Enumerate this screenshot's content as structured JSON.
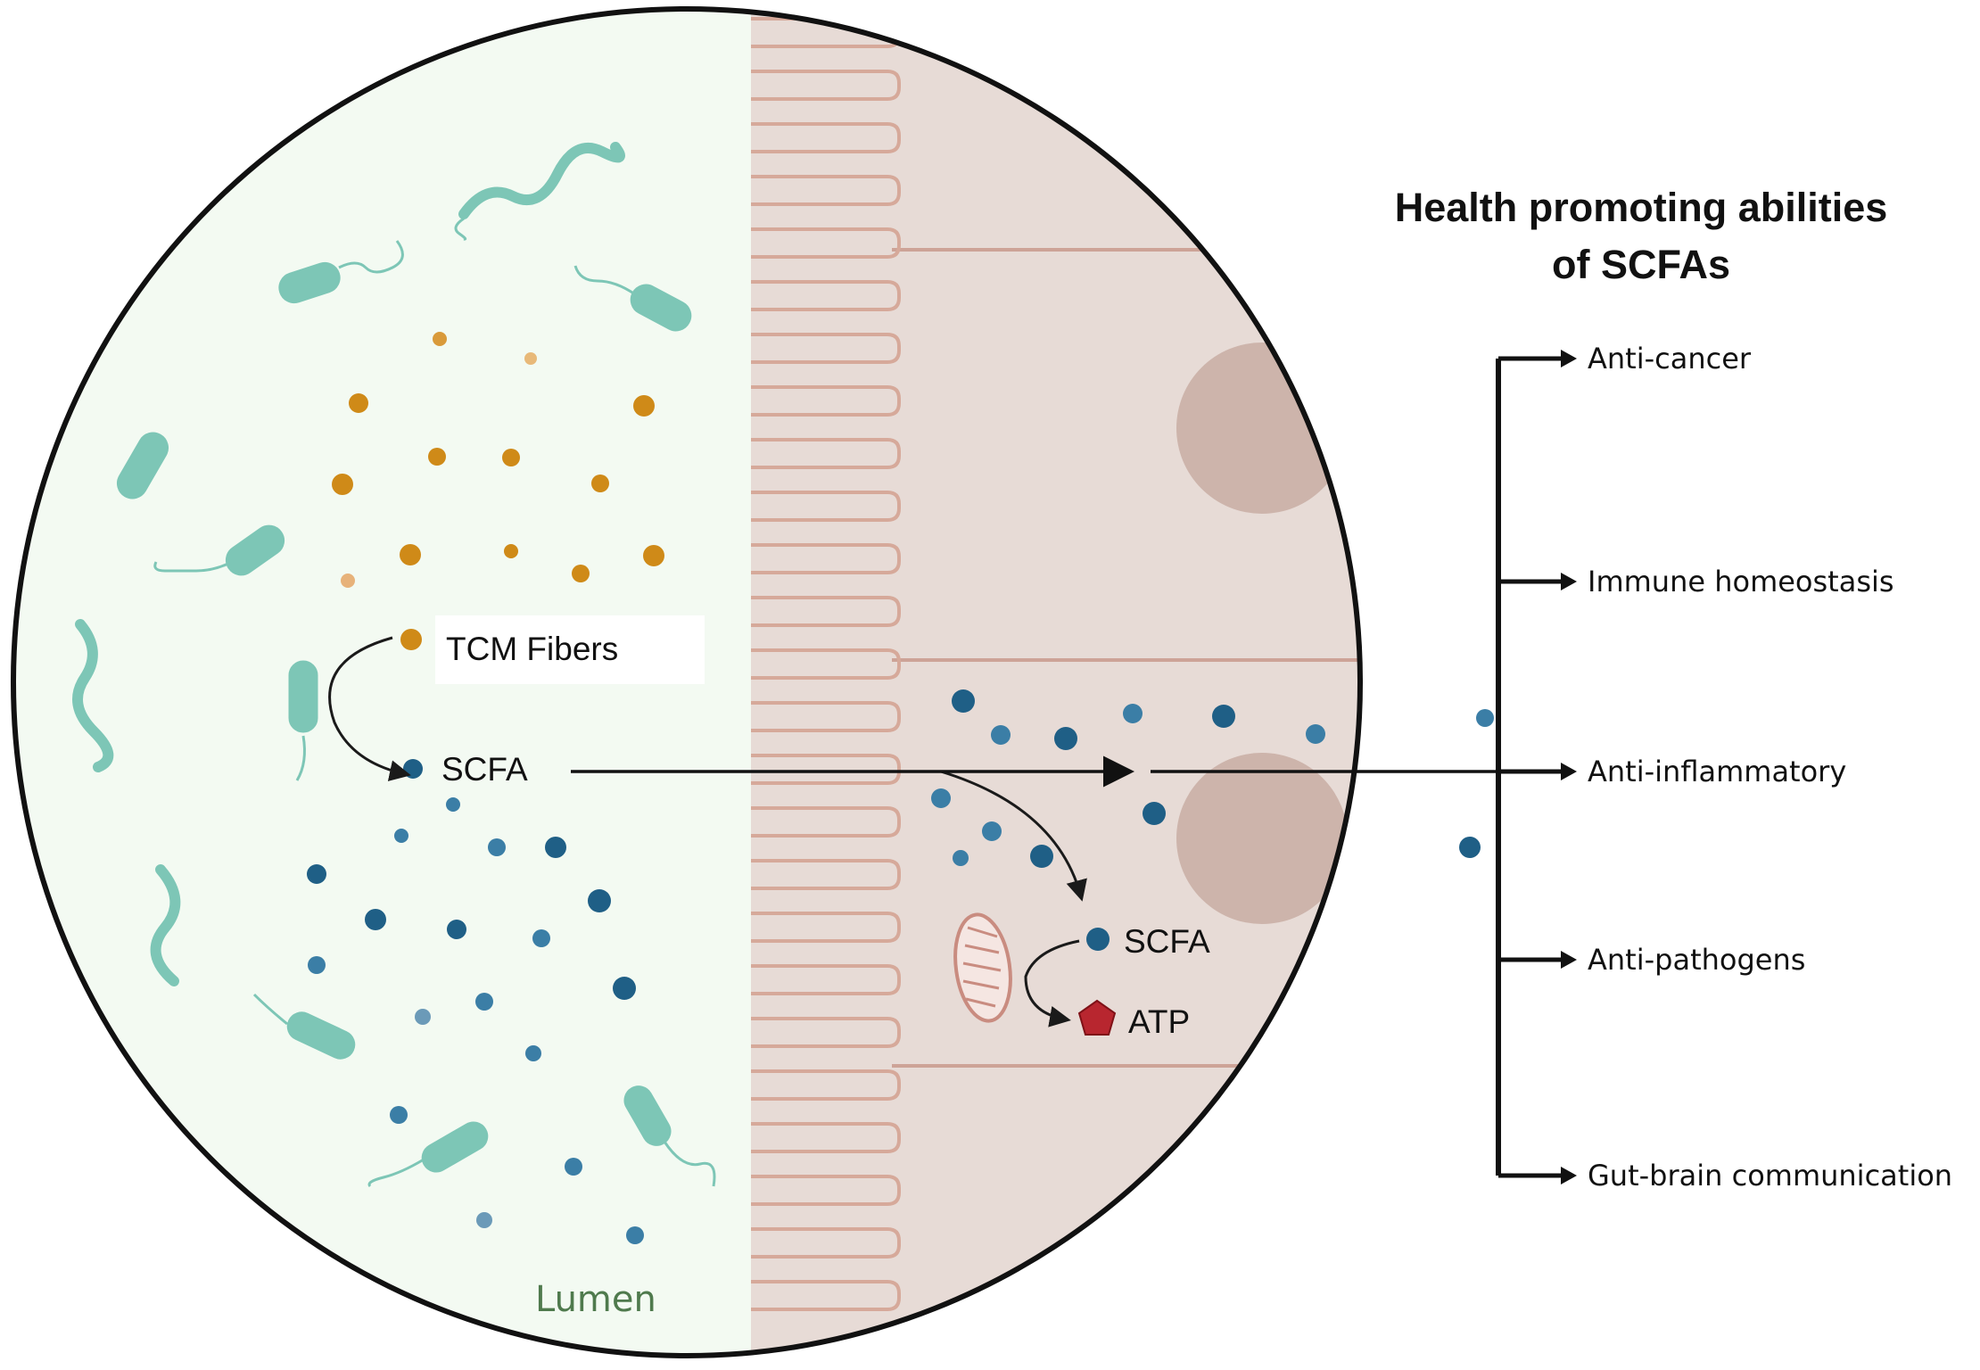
{
  "title": [
    "Health promoting abilities",
    "of SCFAs"
  ],
  "labels": {
    "fibers": "TCM Fibers",
    "scfa_lumen": "SCFA",
    "scfa_cell": "SCFA",
    "atp": "ATP",
    "lumen": "Lumen"
  },
  "benefits": [
    "Anti-cancer",
    "Immune homeostasis",
    "Anti-inflammatory",
    "Anti-pathogens",
    "Gut-brain communication"
  ],
  "colors": {
    "lumen_bg": "#f3faf2",
    "epithelium": "#e7dbd6",
    "villi_stroke": "#d6a99a",
    "nucleus": "#cdb4ab",
    "fiber_dot": "#cf8a18",
    "scfa_dot": "#1f5f86",
    "bacteria": "#7dc6b6",
    "atp": "#b8262f",
    "mitochondria": "#c98c80"
  },
  "icons": [
    "bacteria-icon",
    "fiber-particle-icon",
    "scfa-particle-icon",
    "mitochondria-icon",
    "atp-pentagon-icon",
    "nucleus-icon"
  ]
}
